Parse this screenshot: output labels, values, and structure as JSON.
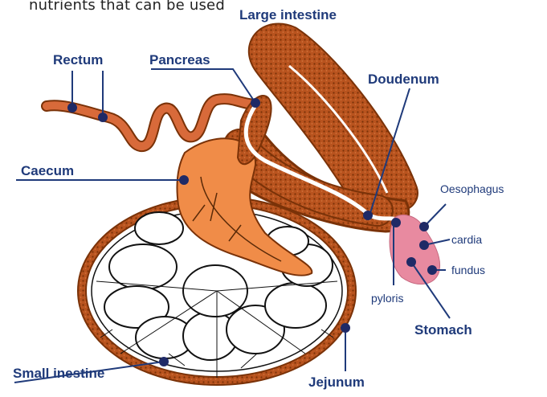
{
  "caption": "nutrients that can be used",
  "labels": {
    "large_intestine": "Large intestine",
    "rectum": "Rectum",
    "pancreas": "Pancreas",
    "doudenum": "Doudenum",
    "caecum": "Caecum",
    "oesophagus": "Oesophagus",
    "cardia": "cardia",
    "fundus": "fundus",
    "pyloris": "pyloris",
    "stomach": "Stomach",
    "small_intestine": "Small inestine",
    "jejunum": "Jejunum"
  },
  "colors": {
    "label_text": "#1f3a7a",
    "intestine": "#b8531e",
    "intestine_dark": "#7a3208",
    "caecum": "#f08c48",
    "stomach": "#e88aa0",
    "duct": "#ffffff"
  }
}
